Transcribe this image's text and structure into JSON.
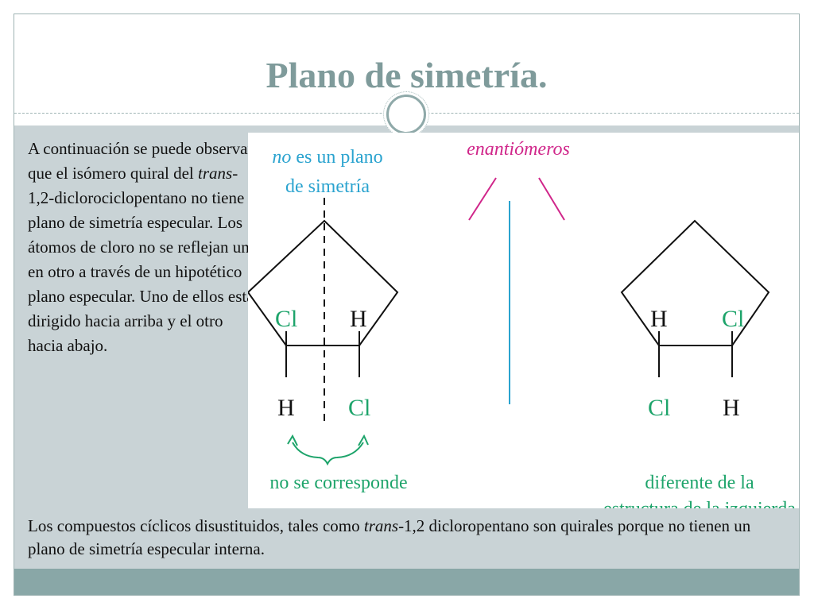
{
  "slide": {
    "title": "Plano de simetría.",
    "paragraph1": {
      "before": "A continuación se puede observar que el isómero quiral del ",
      "italic": "trans",
      "after": "-1,2-diclorociclopentano no tiene plano de simetría especular. Los átomos de cloro no se reflejan uno en otro a través de un hipotético plano especular. Uno de ellos está dirigido hacia arriba y el otro hacia abajo."
    },
    "paragraph2": {
      "before": "Los compuestos cíclicos disustituidos, tales como ",
      "italic": "trans",
      "after": "-1,2 dicloropentano son quirales porque no tienen un plano de simetría especular interna."
    }
  },
  "figure": {
    "left_label": {
      "italic": "no",
      "rest": " es un plano",
      "line2": "de simetría"
    },
    "enantiomers_label": "enantiómeros",
    "left_molecule": {
      "top_left": "Cl",
      "top_right": "H",
      "bottom_left": "H",
      "bottom_right": "Cl"
    },
    "right_molecule": {
      "top_left": "H",
      "top_right": "Cl",
      "bottom_left": "Cl",
      "bottom_right": "H"
    },
    "caption_left": "no se corresponde",
    "caption_right_line1": "diferente de la",
    "caption_right_line2": "estructura de la izquierda"
  },
  "colors": {
    "title": "#7f9b9b",
    "band": "#c9d3d6",
    "bottom_bar": "#89a7a7",
    "label_blue": "#2aa3cf",
    "label_magenta": "#d0268a",
    "chlorine_green": "#1ea46b",
    "mirror_blue": "#2aa3cf"
  }
}
